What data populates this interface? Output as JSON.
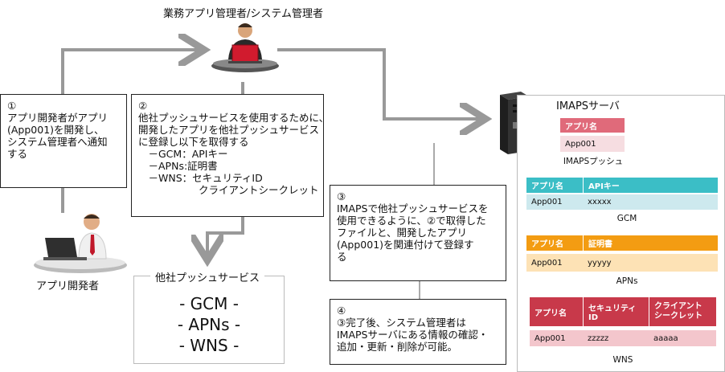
{
  "actors": {
    "admin_label": "業務アプリ管理者/システム管理者",
    "developer_label": "アプリ開発者"
  },
  "notes": {
    "step1": "①\nアプリ開発者がアプリ\n(App001)を開発し、\nシステム管理者へ通知\nする",
    "step2": "②\n他社プッシュサービスを使用するために、\n開発したアプリを他社プッシュサービス\nに登録し以下を取得する\n　－GCM：APIキー\n　－APNs:証明書\n　－WNS：セキュリティID\n　　　　　　クライアントシークレット",
    "step3": "③\nIMAPSで他社プッシュサービスを\n使用できるように、②で取得した\nファイルと、開発したアプリ\n(App001)を関連付けて登録す\nる",
    "step4": "④\n③完了後、システム管理者は\nIMAPSサーバにある情報の確認・\n追加・更新・削除が可能。"
  },
  "push_service": {
    "title": "他社プッシュサービス",
    "items": [
      "- GCM -",
      "- APNs -",
      "- WNS -"
    ]
  },
  "server": {
    "title": "IMAPSサーバ",
    "imaps_push": {
      "header": "アプリ名",
      "value": "App001",
      "caption": "IMAPSプッシュ"
    },
    "gcm": {
      "headers": [
        "アプリ名",
        "APIキー"
      ],
      "values": [
        "App001",
        "xxxxx"
      ],
      "caption": "GCM",
      "color": "#3bbec6",
      "light": "#cde9ee"
    },
    "apns": {
      "headers": [
        "アプリ名",
        "証明書"
      ],
      "values": [
        "App001",
        "yyyyy"
      ],
      "caption": "APNs",
      "color": "#f39c12",
      "light": "#fde2b5"
    },
    "wns": {
      "headers": [
        "アプリ名",
        "セキュリティID",
        "クライアント\nシークレット"
      ],
      "values": [
        "App001",
        "zzzzz",
        "aaaaa"
      ],
      "caption": "WNS",
      "color": "#c8394a",
      "light": "#f3c6cc"
    },
    "push_color": "#e06a7a",
    "push_light": "#f6dde1"
  }
}
